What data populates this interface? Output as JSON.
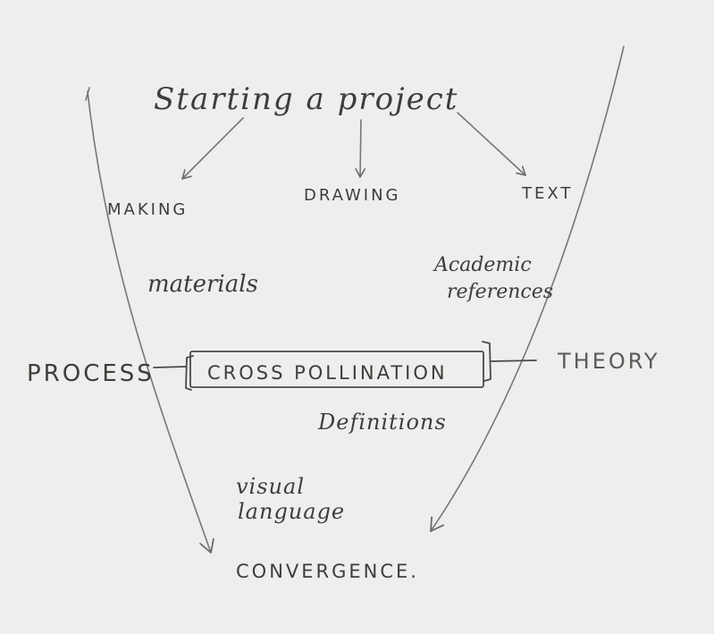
{
  "title": "Starting a project",
  "branches": {
    "making": "MAKING",
    "drawing": "DRAWING",
    "text": "TEXT"
  },
  "left_items": {
    "materials": "materials",
    "visual_language_line1": "visual",
    "visual_language_line2": "language"
  },
  "right_items": {
    "academic_line1": "Academic",
    "academic_line2": "references",
    "definitions": "Definitions"
  },
  "process": "PROCESS",
  "cross_pollination": "CROSS POLLINATION",
  "theory": "THEORY",
  "convergence": "CONVERGENCE."
}
